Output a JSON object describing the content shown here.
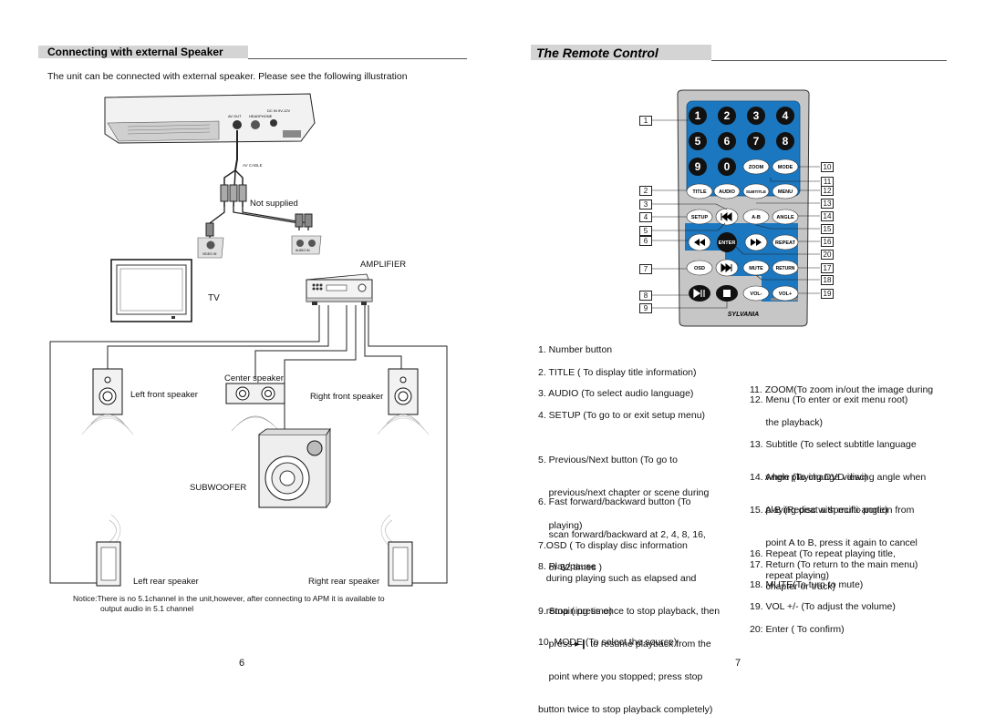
{
  "left": {
    "section_title": "Connecting with external Speaker",
    "intro": "The unit can be connected with external speaker. Please see the following illustration",
    "device_labels": {
      "av_cable": "AV CABLE",
      "not_supplied": "Not supplied",
      "amplifier": "AMPLIFIER",
      "tv": "TV",
      "center_speaker": "Center speaker",
      "left_front": "Left front speaker",
      "right_front": "Right front speaker",
      "subwoofer": "SUBWOOFER",
      "left_rear": "Left rear speaker",
      "right_rear": "Right rear speaker",
      "video_in": "VIDEO IN",
      "audio_in": "AUDIO IN",
      "av_out": "AV OUT",
      "headphone": "HEADPHONE",
      "dc_in": "DC IN 9V-12V"
    },
    "notice_line1": "Notice:There is no 5.1channel in the unit,however, after connecting to APM it is available to",
    "notice_line2": "output audio in 5.1 channel",
    "page_number": "6"
  },
  "right": {
    "section_title": "The Remote Control",
    "brand": "SYLVANIA",
    "buttons": {
      "n1": "1",
      "n2": "2",
      "n3": "3",
      "n4": "4",
      "n5": "5",
      "n6": "6",
      "n7": "7",
      "n8": "8",
      "n9": "9",
      "n0": "0",
      "zoom": "ZOOM",
      "mode": "MODE",
      "title": "TITLE",
      "audio": "AUDIO",
      "subtitle": "SUBTITLE",
      "menu": "MENU",
      "setup": "SETUP",
      "ab": "A-B",
      "angle": "ANGLE",
      "enter": "ENTER",
      "repeat": "REPEAT",
      "osd": "OSD",
      "mute": "MUTE",
      "return": "RETURN",
      "volminus": "VOL-",
      "volplus": "VOL+"
    },
    "callouts": {
      "c1": "1",
      "c2": "2",
      "c3": "3",
      "c4": "4",
      "c5": "5",
      "c6": "6",
      "c7": "7",
      "c8": "8",
      "c9": "9",
      "c10": "10",
      "c11": "11",
      "c12": "12",
      "c13": "13",
      "c14": "14",
      "c15": "15",
      "c16": "16",
      "c17": "17",
      "c18": "18",
      "c19": "19",
      "c20": "20"
    },
    "descriptions_left": [
      [
        "1. Number button"
      ],
      [
        "2. TITLE ( To display title information)"
      ],
      [
        "3. AUDIO (To select audio language)"
      ],
      [
        "4. SETUP (To go to or exit setup menu)"
      ],
      [
        "5. Previous/Next button (To go to",
        "    previous/next chapter or scene during",
        "    playing)"
      ],
      [
        "6. Fast forward/backward button (To",
        "    scan forward/backward at 2, 4, 8, 16,",
        "    or 32 times )"
      ],
      [
        "7.OSD ( To display disc information",
        "   during playing such as elapsed and",
        "   remaining time)"
      ],
      [
        "8. Play/pause"
      ],
      [
        "9. Stop ( press once to stop playback, then",
        "    press ▸❙ to resume playback from the",
        "    point where you stopped; press stop",
        "button twice to stop playback completely)"
      ],
      [
        "10. MODE (To select the source)"
      ]
    ],
    "descriptions_right": [
      [
        "11. ZOOM(To zoom in/out the image during",
        "      the playback)"
      ],
      [
        "12. Menu (To enter or exit menu root)"
      ],
      [
        "13. Subtitle (To select subtitle language",
        "      when playing DVD disc)"
      ],
      [
        "14. Angle (To change viewing angle when",
        "      playing disc with multi-angle)"
      ],
      [
        "15. A-B (Repeat a specific portion from",
        "      point A to B, press it again to cancel",
        "      repeat playing)"
      ],
      [
        "16. Repeat (To repeat playing title,",
        "      chapter or track)"
      ],
      [
        "17. Return (To return to the main menu)"
      ],
      [
        "18. MUTE(To turn to mute)"
      ],
      [
        "19. VOL +/-  (To adjust the volume)"
      ],
      [
        "20: Enter ( To confirm)"
      ]
    ],
    "page_number": "7"
  }
}
